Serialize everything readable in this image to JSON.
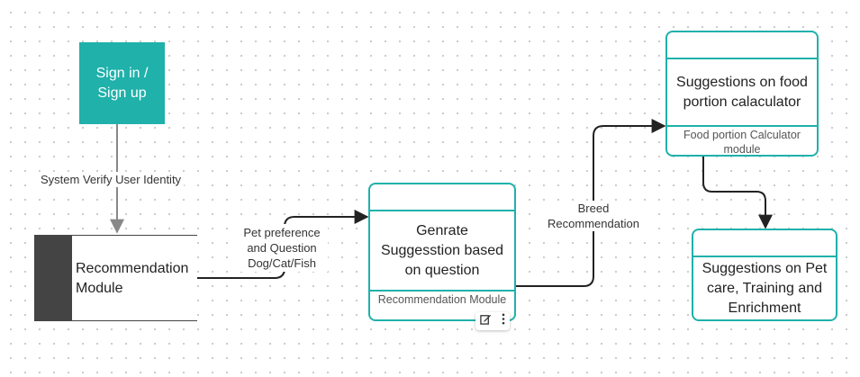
{
  "nodes": {
    "signin": {
      "label": "Sign in / Sign up"
    },
    "recommendation_entity": {
      "label": "Recommendation Module"
    },
    "generate_store": {
      "title": "Genrate Suggesstion based on question",
      "footer": "Recommendation Module"
    },
    "food_store": {
      "title": "Suggestions on food portion calaculator",
      "footer": "Food portion Calculator module"
    },
    "care_store": {
      "title": "Suggestions on Pet care, Training and Enrichment"
    }
  },
  "edges": {
    "verify": "System Verify User Identity",
    "pet_preference": "Pet preference and Question Dog/Cat/Fish",
    "breed": "Breed Recommendation"
  },
  "toolbar": {
    "edit_icon": "edit-icon",
    "more_icon": "more-vertical-icon"
  },
  "colors": {
    "accent": "#1fb1aa",
    "entity_bar": "#444444",
    "edge_gray": "#888888",
    "edge_dark": "#222222"
  }
}
